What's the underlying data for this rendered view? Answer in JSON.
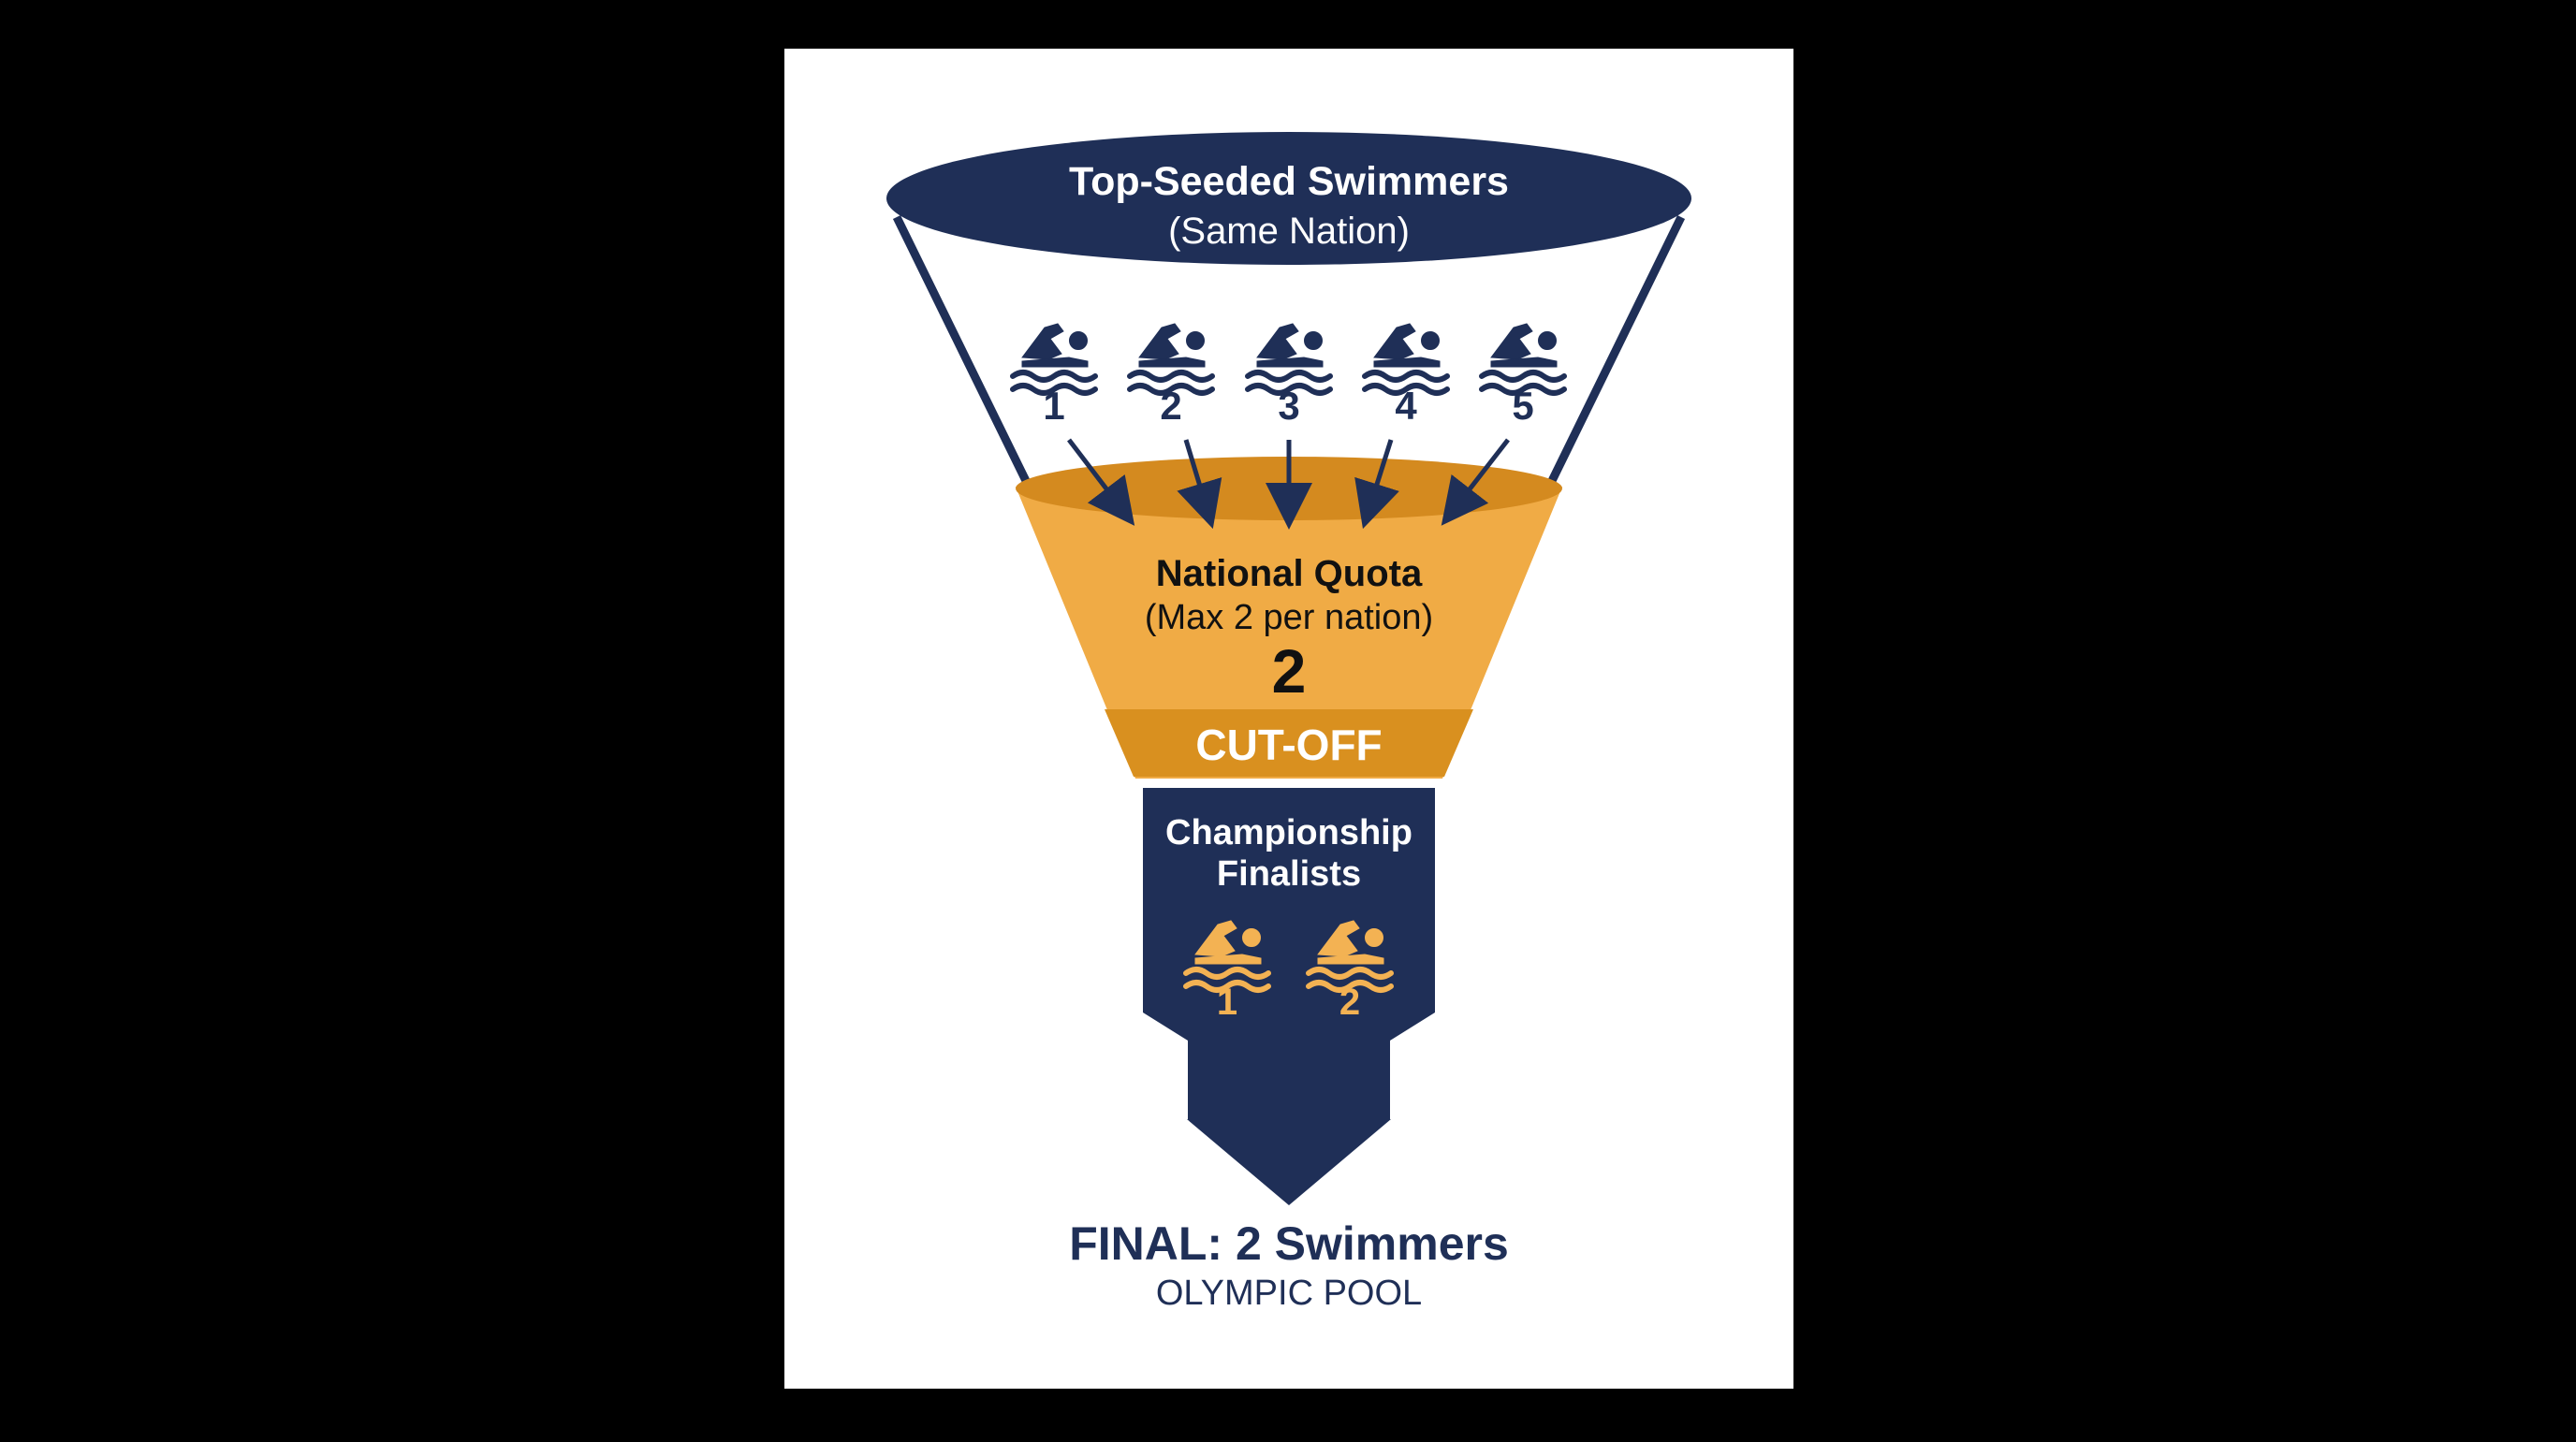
{
  "colors": {
    "background": "#000000",
    "card": "#ffffff",
    "navy": "#1f2f57",
    "gold": "#f0ab45",
    "gold_dark": "#d48a1f",
    "gold_band": "#d9901f",
    "text_dark": "#111111",
    "accent_orange": "#f3b253"
  },
  "top": {
    "title": "Top-Seeded Swimmers",
    "subtitle": "(Same Nation)"
  },
  "swimmers": [
    "1",
    "2",
    "3",
    "4",
    "5"
  ],
  "quota": {
    "title": "National Quota",
    "subtitle": "(Max 2 per nation)",
    "value": "2",
    "cutoff_label": "CUT-OFF"
  },
  "finalists": {
    "title_line1": "Championship",
    "title_line2": "Finalists",
    "numbers": [
      "1",
      "2"
    ]
  },
  "final": {
    "title": "FINAL: 2 Swimmers",
    "subtitle": "OLYMPIC POOL"
  }
}
